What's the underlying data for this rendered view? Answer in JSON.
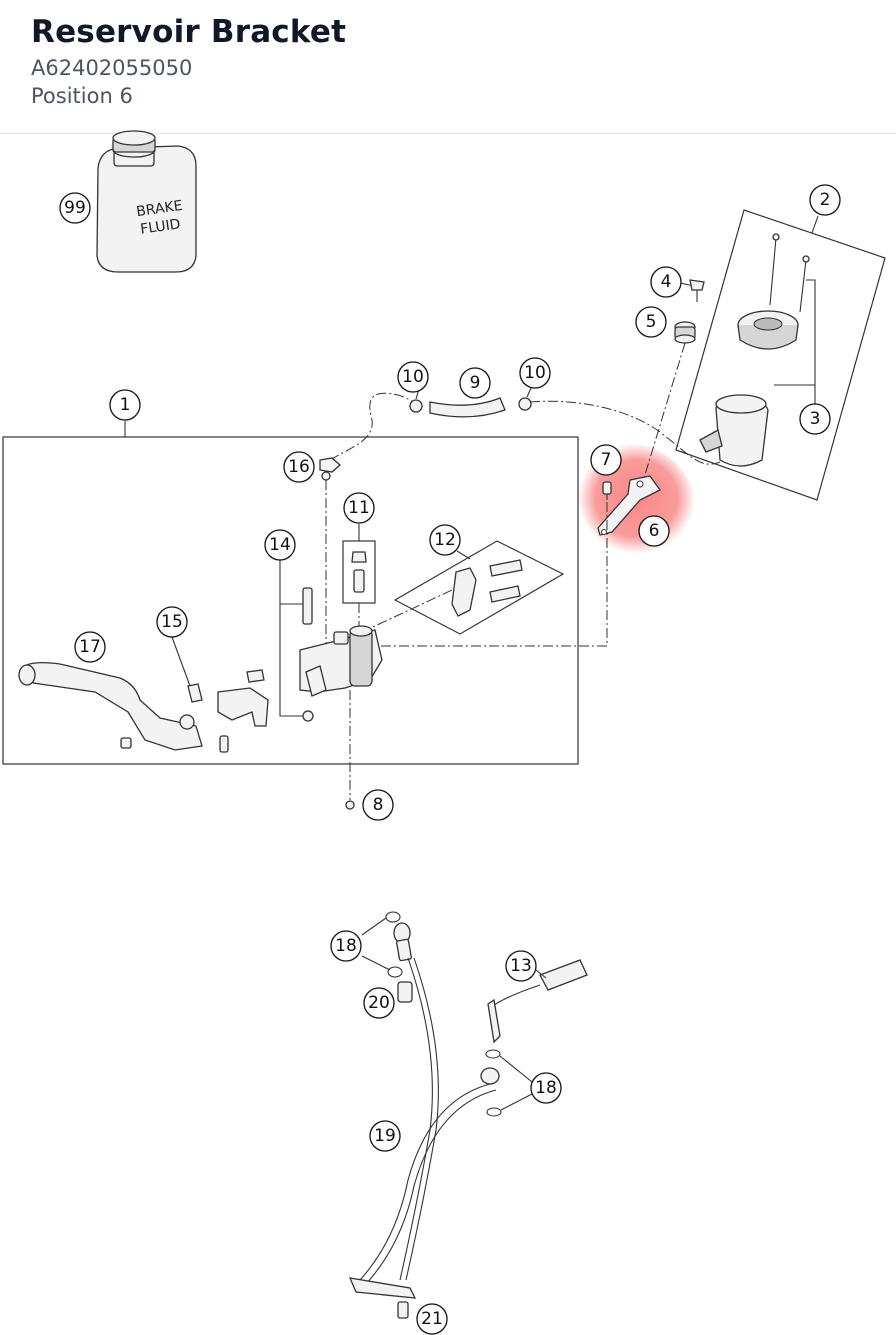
{
  "header": {
    "title": "Reservoir Bracket",
    "part_number": "A62402055050",
    "position": "Position 6"
  },
  "diagram": {
    "fluid_label_1": "BRAKE",
    "fluid_label_2": "FLUID",
    "highlight_color": "#f87171",
    "callouts": [
      "99",
      "2",
      "4",
      "5",
      "3",
      "10",
      "9",
      "10",
      "1",
      "16",
      "7",
      "6",
      "11",
      "12",
      "14",
      "15",
      "17",
      "8",
      "18",
      "13",
      "20",
      "18",
      "19",
      "21"
    ]
  }
}
